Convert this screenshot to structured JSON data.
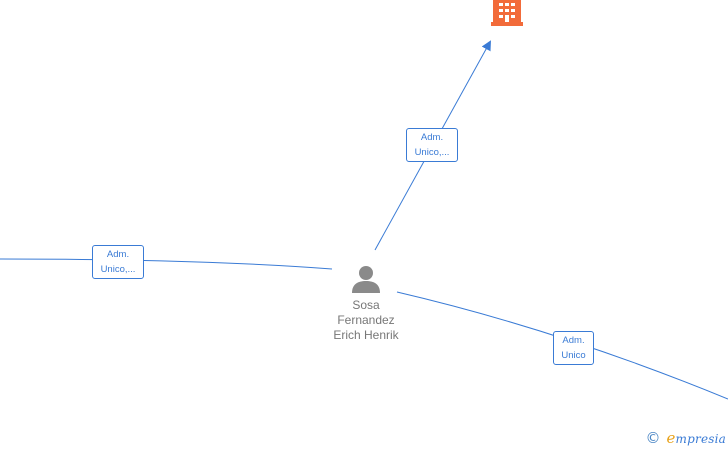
{
  "nodes": {
    "person": {
      "name_lines": [
        "Sosa",
        "Fernandez",
        "Erich Henrik"
      ],
      "icon": "person-icon"
    },
    "company": {
      "icon": "building-icon",
      "color": "#f26b3a"
    }
  },
  "edges": [
    {
      "label_lines": [
        "Adm.",
        "Unico,..."
      ],
      "target": "company"
    },
    {
      "label_lines": [
        "Adm.",
        "Unico,..."
      ],
      "target": "left-offscreen"
    },
    {
      "label_lines": [
        "Adm.",
        "Unico"
      ],
      "target": "right-offscreen"
    }
  ],
  "footer": {
    "copyright_symbol": "©",
    "brand_first_letter": "e",
    "brand_rest": "mpresia"
  },
  "colors": {
    "edge": "#3a7bd5",
    "person_icon": "#8a8a8a",
    "text": "#777777"
  }
}
